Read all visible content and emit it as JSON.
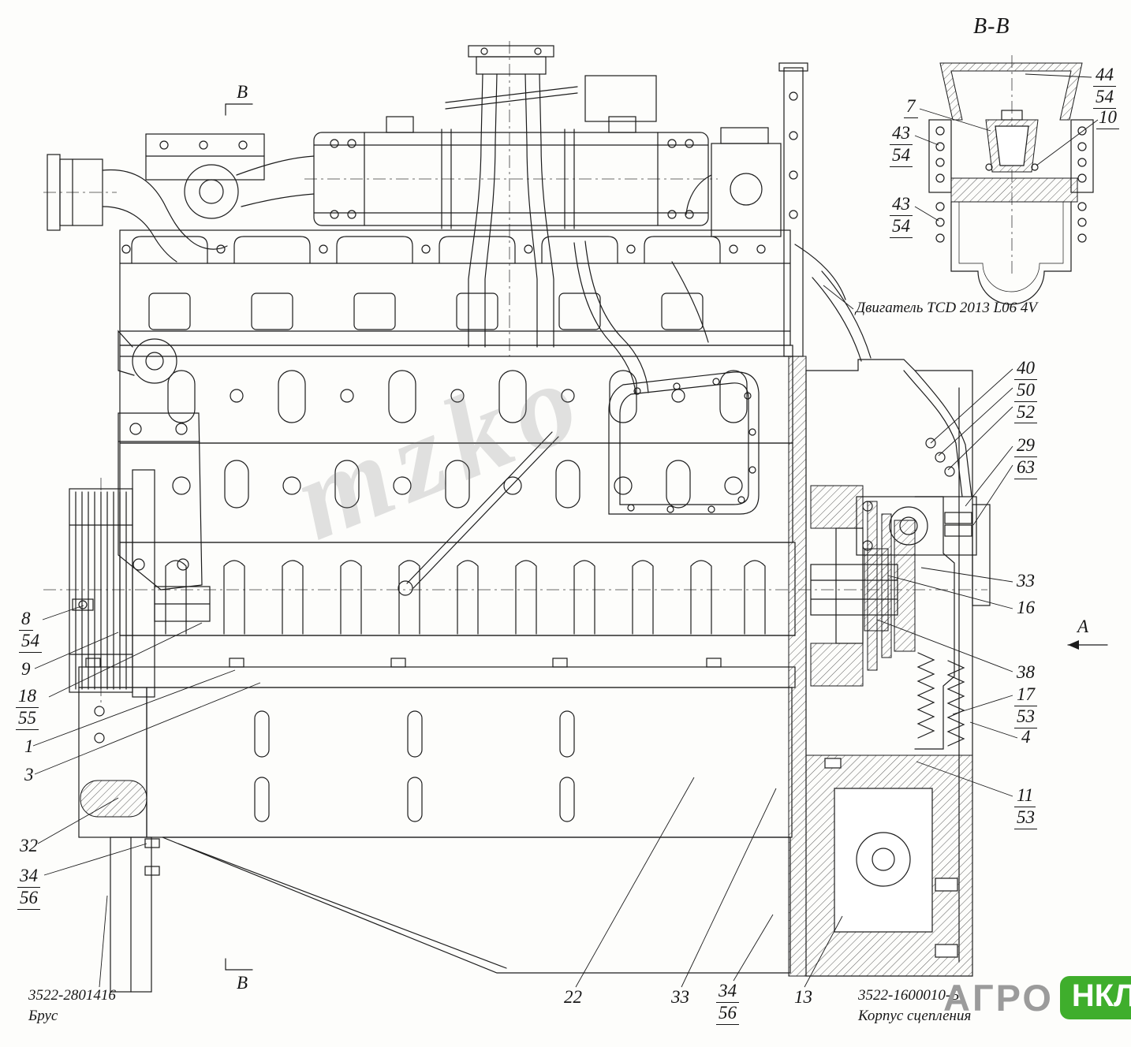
{
  "page": {
    "section_title": "В-В",
    "engine_label": "Двигатель TCD 2013 L06 4V",
    "watermark": "mzko"
  },
  "markers": {
    "b_top": "В",
    "b_bottom": "В",
    "a_right": "А"
  },
  "callouts": [
    [
      "44",
      "54"
    ],
    [
      "7"
    ],
    [
      "43",
      "54"
    ],
    [
      "10"
    ],
    [
      "43",
      "54"
    ],
    [
      "40",
      "50",
      "52"
    ],
    [
      "29",
      "63"
    ],
    [
      "33"
    ],
    [
      "16"
    ],
    [
      "38"
    ],
    [
      "17",
      "53"
    ],
    [
      "4"
    ],
    [
      "11",
      "53"
    ],
    [
      "8",
      "54"
    ],
    [
      "9"
    ],
    [
      "18",
      "55"
    ],
    [
      "1"
    ],
    [
      "3"
    ],
    [
      "32"
    ],
    [
      "34",
      "56"
    ],
    [
      "22"
    ],
    [
      "33"
    ],
    [
      "34",
      "56"
    ],
    [
      "13"
    ]
  ],
  "footnotes": {
    "left": {
      "code": "3522-2801416",
      "name": "Брус"
    },
    "right": {
      "code": "3522-1600010-Б",
      "name": "Корпус сцепления"
    }
  },
  "logo": {
    "text": "АГРО",
    "badge": "НКЛ",
    "badge_color": "#3fae2c",
    "text_color": "#9b9b9b"
  }
}
